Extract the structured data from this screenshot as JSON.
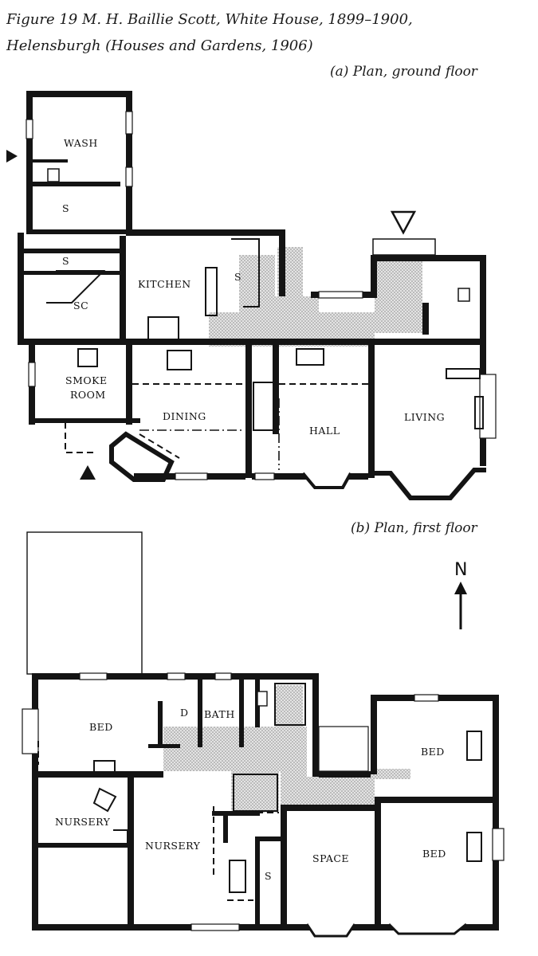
{
  "caption": {
    "line1": "Figure 19   M. H. Baillie Scott, White House, 1899–1900,",
    "line2": "Helensburgh (Houses and Gardens, 1906)"
  },
  "plan_a": {
    "label": "(a)   Plan, ground floor",
    "rooms": {
      "wash": "WASH",
      "s1": "S",
      "s2": "S",
      "s3": "S",
      "sc": "SC",
      "kitchen": "KITCHEN",
      "smoke1": "SMOKE",
      "smoke2": "ROOM",
      "dining": "DINING",
      "hall": "HALL",
      "living": "LIVING"
    }
  },
  "plan_b": {
    "label": "(b)   Plan, first floor",
    "rooms": {
      "bed1": "BED",
      "d": "D",
      "bath": "BATH",
      "bed2": "BED",
      "nursery1": "NURSERY",
      "nursery2": "NURSERY",
      "s": "S",
      "space": "SPACE",
      "bed3": "BED"
    }
  },
  "north": "N",
  "colors": {
    "ink": "#141414",
    "paper": "#ffffff",
    "circulation": "#d6d6d6"
  }
}
